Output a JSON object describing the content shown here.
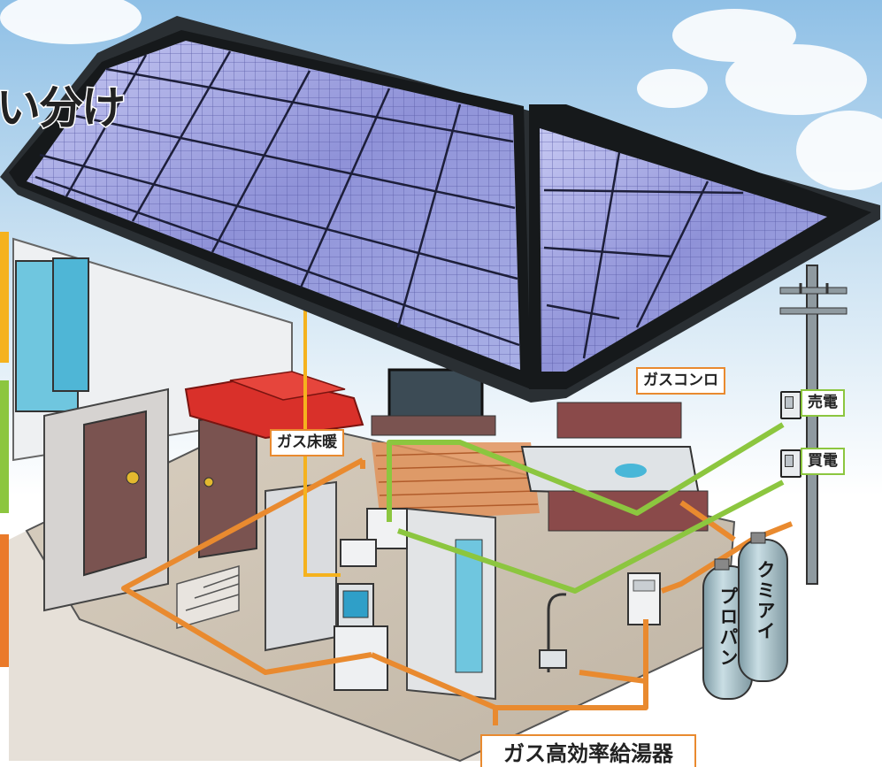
{
  "headline": {
    "text": "い分け",
    "visible_fragment": "い分け"
  },
  "labels": {
    "gas_konro": "ガスコンロ",
    "gas_yukadan": "ガス床暖",
    "baiden": "売電",
    "kaiden": "買電",
    "kyuto": "ガス高効率給湯器"
  },
  "tank": {
    "brand": "クミアイ",
    "product": "プロパン"
  },
  "colors": {
    "gas_line": "#e98a2f",
    "electric_line": "#8cc63f",
    "solar_panel": "#9c9ce0",
    "roof_frame": "#2a2f33",
    "sky": "#b7d6ee",
    "sofa": "#d9302a",
    "door": "#7a5350",
    "tank": "#a9c4cc"
  },
  "icons": [
    "solar-panel-icon",
    "utility-pole-icon",
    "gas-tank-icon",
    "water-heater-icon",
    "power-meter-icon"
  ]
}
